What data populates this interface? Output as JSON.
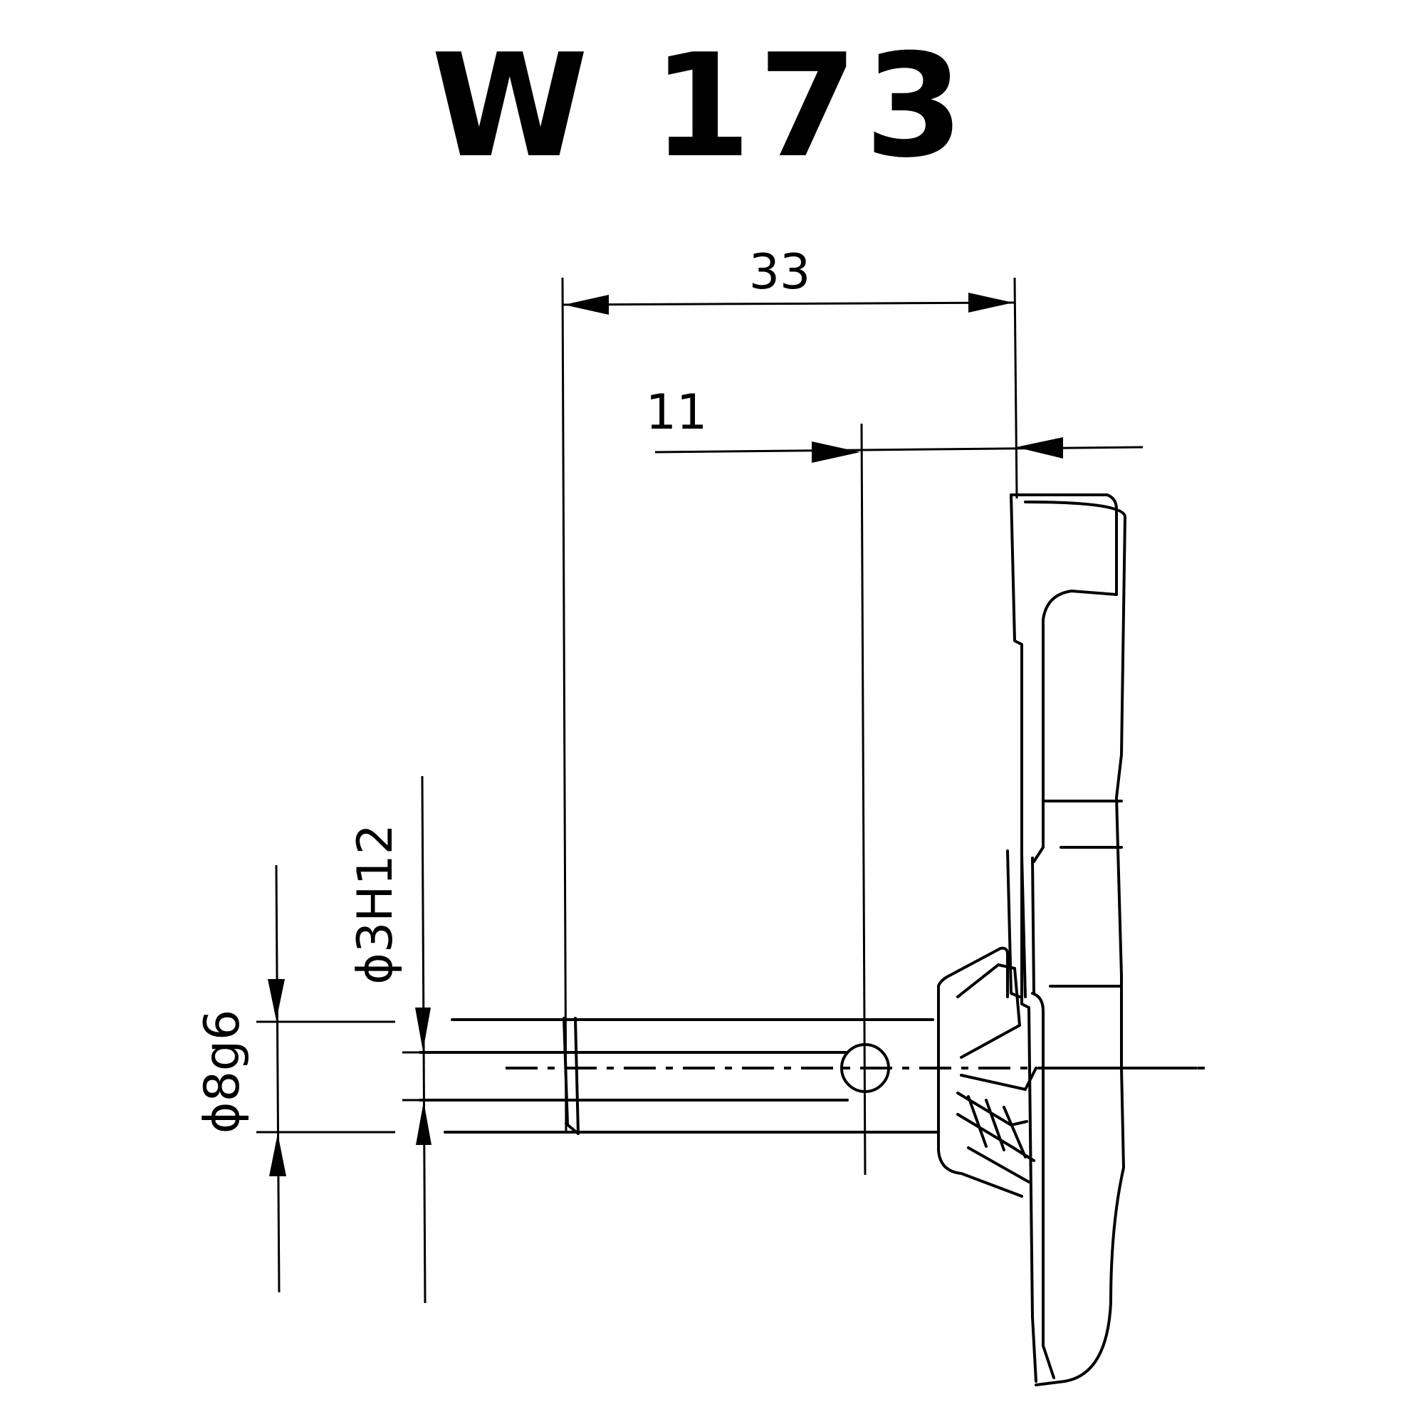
{
  "drawing": {
    "title": "W 173",
    "dim_overall": "33",
    "dim_offset": "11",
    "dim_shaft_dia": "ϕ8g6",
    "dim_hole_dia": "ϕ3H12"
  }
}
